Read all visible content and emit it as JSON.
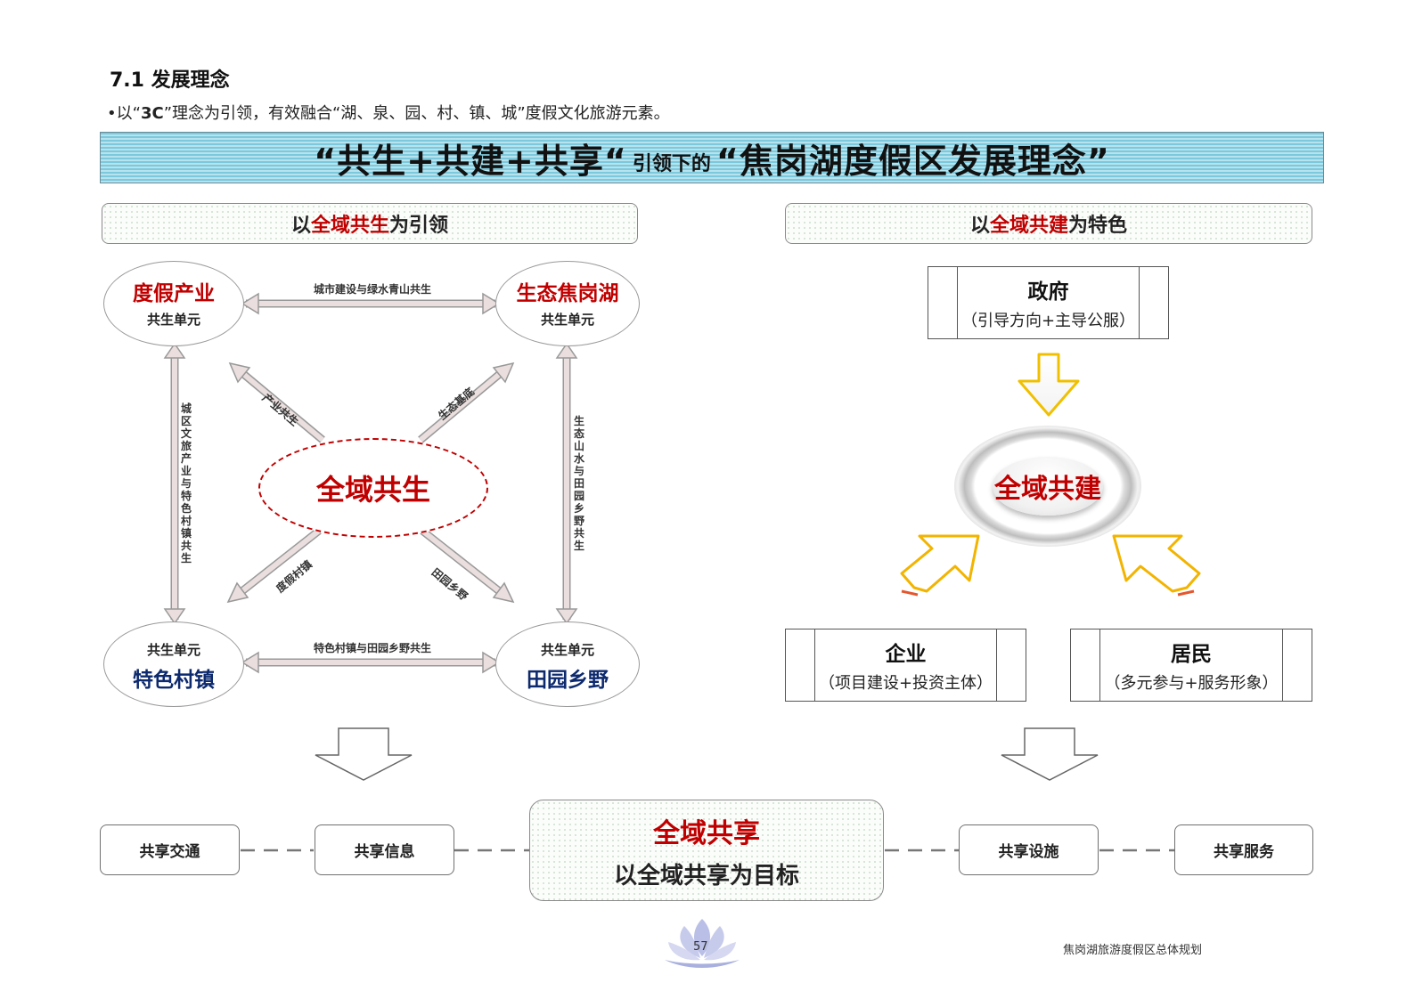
{
  "section": {
    "heading": "7.1 发展理念",
    "intro_prefix": "•以“",
    "intro_bold": "3C",
    "intro_suffix": "”理念为引领，有效融合“湖、泉、园、村、镇、城”度假文化旅游元素。"
  },
  "banner": {
    "part1": "“共生+共建+共享“",
    "part2": "引领下的",
    "part3": "“焦岗湖度假区发展理念”"
  },
  "left": {
    "header_pre": "以",
    "header_red": "全域共生",
    "header_post": "为引领",
    "center": "全域共生",
    "unit_label": "共生单元",
    "nodes": {
      "top_left": "度假产业",
      "top_right": "生态焦岗湖",
      "bottom_left": "特色村镇",
      "bottom_right": "田园乡野"
    },
    "links": {
      "top": "城市建设与绿水青山共生",
      "bottom": "特色村镇与田园乡野共生",
      "left_vertical": "城区文旅产业与特色村镇共生",
      "right_vertical": "生态山水与田园乡野共生",
      "diag_tl": "产业共生",
      "diag_tr": "生态基底",
      "diag_bl": "度假村镇",
      "diag_br": "田园乡野"
    }
  },
  "right": {
    "header_pre": "以",
    "header_red": "全域共建",
    "header_post": "为特色",
    "center": "全域共建",
    "government": {
      "title": "政府",
      "desc": "（引导方向+主导公服）"
    },
    "enterprise": {
      "title": "企业",
      "desc": "（项目建设+投资主体）"
    },
    "residents": {
      "title": "居民",
      "desc": "（多元参与+服务形象）"
    }
  },
  "bottom": {
    "center_title": "全域共享",
    "center_sub": "以全域共享为目标",
    "items": [
      "共享交通",
      "共享信息",
      "共享设施",
      "共享服务"
    ]
  },
  "footer": {
    "page_number": "57",
    "doc_title": "焦岗湖旅游度假区总体规划"
  },
  "colors": {
    "accent_red": "#c00000",
    "node_blue": "#0d2a6e",
    "banner_cyan": "#7cc8dc"
  }
}
